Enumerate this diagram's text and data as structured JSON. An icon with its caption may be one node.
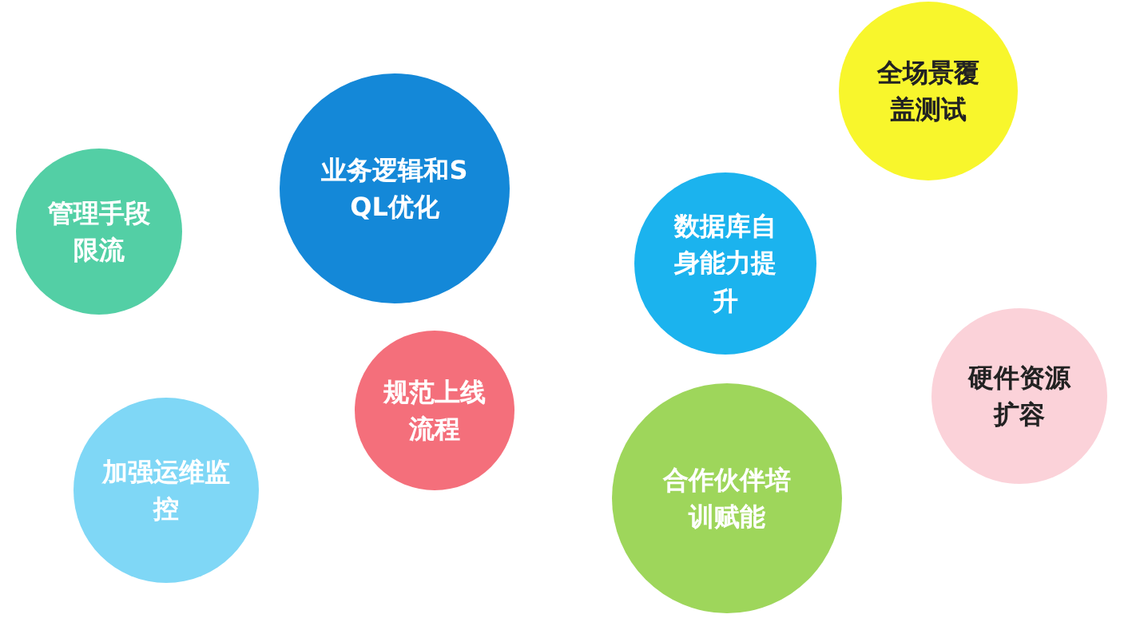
{
  "diagram": {
    "nodes": [
      {
        "text": [
          "全场景覆盖测试"
        ]
      },
      {
        "text": [
          "业务逻辑和SQL优化"
        ]
      },
      {
        "text": [
          "管理手段限流"
        ]
      },
      {
        "text": [
          "数据库自身能力提升"
        ]
      },
      {
        "text": [
          "硬件资源扩容"
        ]
      },
      {
        "text": [
          "规范上线流程"
        ]
      },
      {
        "text": [
          "加强运维监控"
        ]
      },
      {
        "text": [
          "合作伙伴培训赋能"
        ]
      }
    ]
  }
}
